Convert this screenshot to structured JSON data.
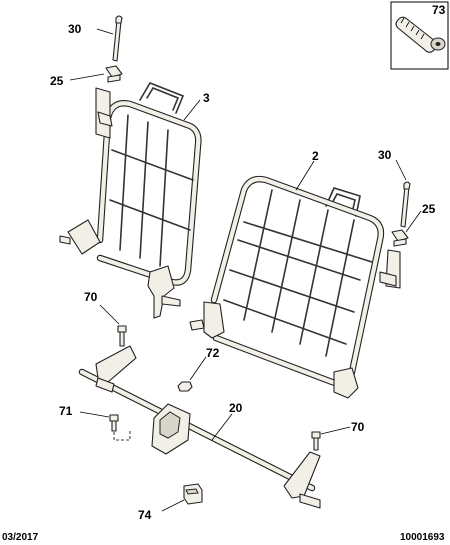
{
  "callouts": {
    "c30a": "30",
    "c25a": "25",
    "c3": "3",
    "c2": "2",
    "c30b": "30",
    "c25b": "25",
    "c70a": "70",
    "c72": "72",
    "c71": "71",
    "c20": "20",
    "c70b": "70",
    "c74": "74",
    "c73": "73"
  },
  "footer": {
    "date": "03/2017",
    "reference": "10001693"
  }
}
